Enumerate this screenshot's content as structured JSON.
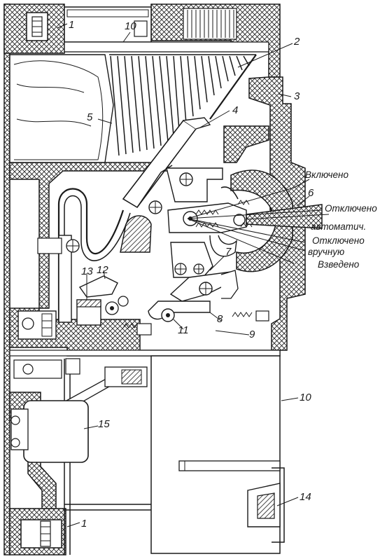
{
  "numbers": {
    "n1_top": "1",
    "n10_top": "10",
    "n2": "2",
    "n3": "3",
    "n4": "4",
    "n5": "5",
    "n6": "6",
    "n7": "7",
    "n8": "8",
    "n9": "9",
    "n11": "11",
    "n12": "12",
    "n13": "13",
    "n10_bottom": "10",
    "n15": "15",
    "n14": "14",
    "n1_bottom": "1"
  },
  "positions": {
    "on": "Включено",
    "off": "Отключено",
    "auto": "автоматич.",
    "off_manual": "Отключено",
    "manual": "вручную",
    "cocked": "Взведено"
  },
  "colors": {
    "ink": "#1a1a1a",
    "paper": "#ffffff"
  }
}
